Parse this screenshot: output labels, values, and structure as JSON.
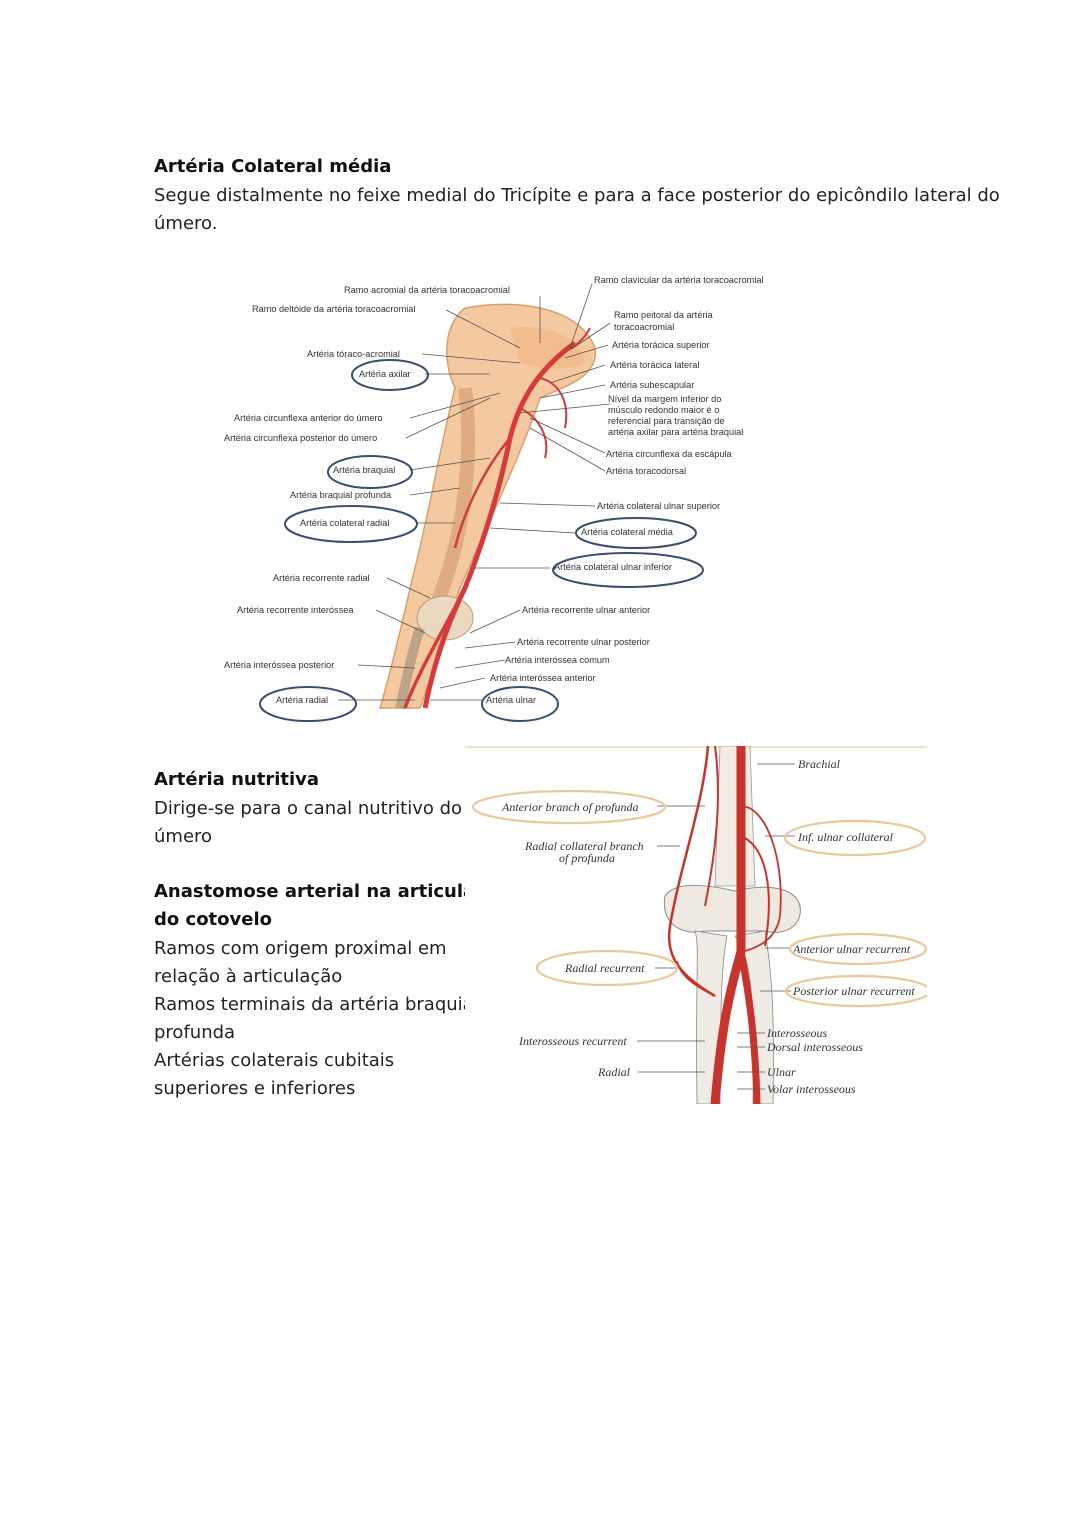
{
  "section1": {
    "heading": "Artéria Colateral média",
    "body_line1": "Segue distalmente no feixe medial do Tricípite e para a face posterior do epicôndilo lateral do",
    "body_line2": "úmero."
  },
  "figure1": {
    "labels": {
      "ramo_acromial": "Ramo acromial da artéria toracoacromial",
      "ramo_clavicular": "Ramo clavicular da artéria toracoacromial",
      "ramo_deltoide": "Ramo deltóide da artéria toracoacromial",
      "ramo_peitoral_1": "Ramo peitoral da artéria",
      "ramo_peitoral_2": "toracoacromial",
      "toracica_superior": "Artéria torácica superior",
      "toraco_acromial": "Artéria tóraco-acromial",
      "toracica_lateral": "Artéria torácica lateral",
      "axilar": "Artéria axilar",
      "subescapular": "Artéria subescapular",
      "nivel_1": "Nível da margem inferior do",
      "nivel_2": "músculo redondo maior é o",
      "nivel_3": "referencial para transição de",
      "nivel_4": "artéria axilar para artéria braquial",
      "circunflexa_anterior": "Artéria circunflexa anterior do úmero",
      "circunflexa_posterior": "Artéria circunflexa posterior do úmero",
      "circunflexa_escapula": "Artéria circunflexa da escápula",
      "braquial": "Artéria braquial",
      "toracodorsal": "Artéria toracodorsal",
      "braquial_profunda": "Artéria braquial profunda",
      "colateral_ulnar_superior": "Artéria colateral ulnar superior",
      "colateral_radial": "Artéria colateral radial",
      "colateral_media": "Artéria colateral média",
      "recorrente_radial": "Artéria recorrente radial",
      "colateral_ulnar_inferior": "Artéria colateral ulnar inferior",
      "recorrente_interossea": "Artéria recorrente interóssea",
      "recorrente_ulnar_anterior": "Artéria recorrente ulnar anterior",
      "recorrente_ulnar_posterior": "Artéria recorrente ulnar posterior",
      "interossea_comum": "Artéria interóssea comum",
      "interossea_posterior": "Artéria interóssea posterior",
      "interossea_anterior": "Artéria interóssea anterior",
      "radial": "Artéria radial",
      "ulnar": "Artéria ulnar"
    }
  },
  "section2": {
    "heading": "Artéria nutritiva",
    "body_line1": "Dirige-se para o canal nutritivo do",
    "body_line2": "úmero"
  },
  "section3": {
    "heading_line1": "Anastomose arterial na articulação",
    "heading_line2": "do cotovelo",
    "lines": [
      "Ramos com origem proximal em",
      "relação à articulação",
      "Ramos terminais da artéria braquial",
      "profunda",
      "Artérias colaterais cubitais",
      "superiores e inferiores"
    ]
  },
  "figure2": {
    "labels": {
      "brachial": "Brachial",
      "anterior_branch_1": "Anterior branch of profunda",
      "inf_ulnar_collateral": "Inf. ulnar collateral",
      "radial_collateral_1": "Radial collateral branch",
      "radial_collateral_2": "of profunda",
      "anterior_ulnar_recurrent": "Anterior ulnar recurrent",
      "radial_recurrent": "Radial recurrent",
      "posterior_ulnar_recurrent": "Posterior ulnar recurrent",
      "interosseous": "Interosseous",
      "interosseous_recurrent": "Interosseous recurrent",
      "dorsal_interosseous": "Dorsal interosseous",
      "ulnar": "Ulnar",
      "radial": "Radial",
      "volar_interosseous": "Volar interosseous"
    }
  }
}
